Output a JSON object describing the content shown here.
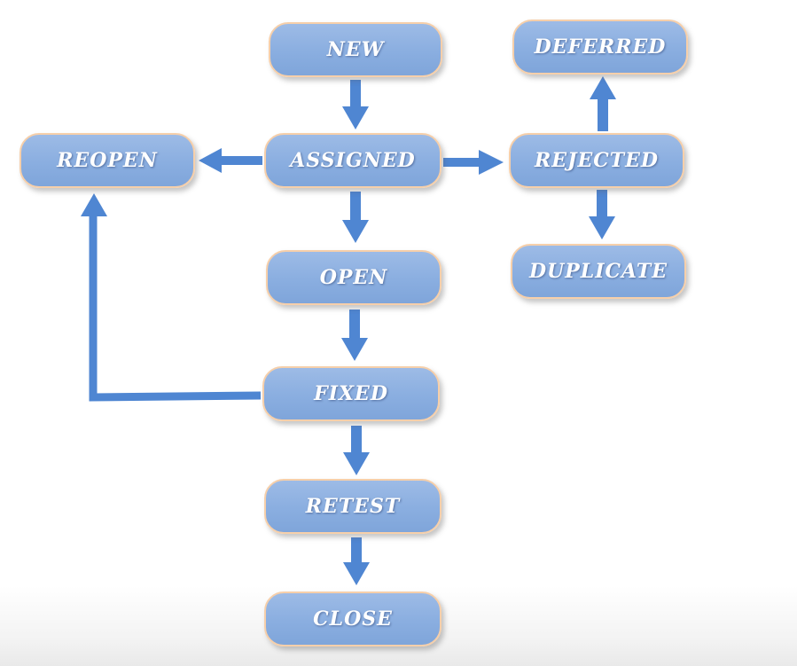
{
  "diagram": {
    "nodes": {
      "new": "NEW",
      "assigned": "ASSIGNED",
      "open": "OPEN",
      "fixed": "FIXED",
      "retest": "RETEST",
      "close": "CLOSE",
      "reopen": "REOPEN",
      "rejected": "REJECTED",
      "deferred": "DEFERRED",
      "duplicate": "DUPLICATE"
    },
    "edges": [
      {
        "from": "new",
        "to": "assigned"
      },
      {
        "from": "assigned",
        "to": "open"
      },
      {
        "from": "open",
        "to": "fixed"
      },
      {
        "from": "fixed",
        "to": "retest"
      },
      {
        "from": "retest",
        "to": "close"
      },
      {
        "from": "assigned",
        "to": "reopen"
      },
      {
        "from": "assigned",
        "to": "rejected"
      },
      {
        "from": "rejected",
        "to": "deferred"
      },
      {
        "from": "rejected",
        "to": "duplicate"
      },
      {
        "from": "fixed",
        "to": "reopen"
      }
    ],
    "colors": {
      "node_fill": "#8aaee0",
      "node_border": "#f6cfaa",
      "arrow": "#4f86d2",
      "label": "#ffffff"
    }
  }
}
